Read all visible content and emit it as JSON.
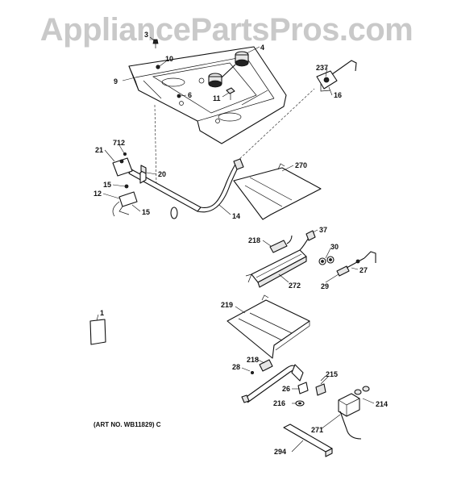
{
  "watermark": "AppliancePartsPros.com",
  "art_number": "(ART NO. WB11829) C",
  "labels": [
    {
      "id": "3",
      "text": "3"
    },
    {
      "id": "4",
      "text": "4"
    },
    {
      "id": "10",
      "text": "10"
    },
    {
      "id": "9",
      "text": "9"
    },
    {
      "id": "6",
      "text": "6"
    },
    {
      "id": "11",
      "text": "11"
    },
    {
      "id": "237",
      "text": "237"
    },
    {
      "id": "16",
      "text": "16"
    },
    {
      "id": "712",
      "text": "712"
    },
    {
      "id": "21",
      "text": "21"
    },
    {
      "id": "20",
      "text": "20"
    },
    {
      "id": "15a",
      "text": "15"
    },
    {
      "id": "12",
      "text": "12"
    },
    {
      "id": "15b",
      "text": "15"
    },
    {
      "id": "14",
      "text": "14"
    },
    {
      "id": "270",
      "text": "270"
    },
    {
      "id": "37",
      "text": "37"
    },
    {
      "id": "218a",
      "text": "218"
    },
    {
      "id": "30",
      "text": "30"
    },
    {
      "id": "27",
      "text": "27"
    },
    {
      "id": "272",
      "text": "272"
    },
    {
      "id": "29",
      "text": "29"
    },
    {
      "id": "1",
      "text": "1"
    },
    {
      "id": "219",
      "text": "219"
    },
    {
      "id": "218b",
      "text": "218"
    },
    {
      "id": "28",
      "text": "28"
    },
    {
      "id": "215",
      "text": "215"
    },
    {
      "id": "26",
      "text": "26"
    },
    {
      "id": "216",
      "text": "216"
    },
    {
      "id": "214",
      "text": "214"
    },
    {
      "id": "271",
      "text": "271"
    },
    {
      "id": "294",
      "text": "294"
    }
  ]
}
